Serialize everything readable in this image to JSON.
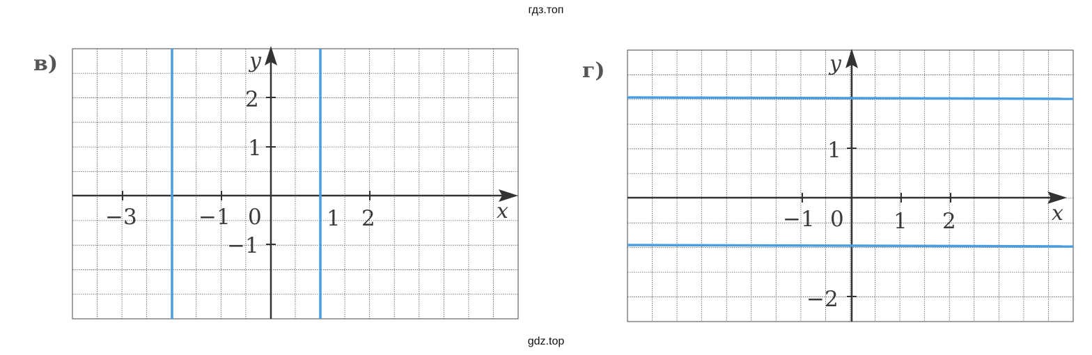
{
  "watermark_top": "гдз.топ",
  "watermark_bottom": "gdz.top",
  "line_color": "#4a9ee0",
  "panels": [
    {
      "label": "в)",
      "axis_x_name": "x",
      "axis_y_name": "y",
      "x_ticks": [
        "−3",
        "−1",
        "0",
        "1",
        "2"
      ],
      "y_ticks": [
        "2",
        "1",
        "−1"
      ],
      "lines": [
        {
          "type": "vertical",
          "x": -2
        },
        {
          "type": "vertical",
          "x": 1
        }
      ]
    },
    {
      "label": "г)",
      "axis_x_name": "x",
      "axis_y_name": "y",
      "x_ticks": [
        "−1",
        "0",
        "1",
        "2"
      ],
      "y_ticks": [
        "1",
        "−2"
      ],
      "lines": [
        {
          "type": "horizontal",
          "y": 2
        },
        {
          "type": "horizontal",
          "y": -1
        }
      ]
    }
  ]
}
